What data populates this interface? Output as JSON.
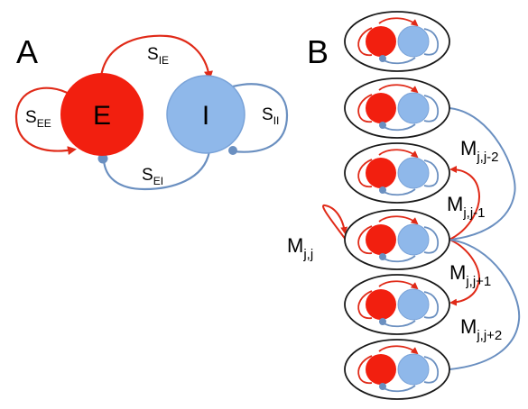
{
  "colors": {
    "excitatory": "#f21f0f",
    "inhibitory": "#8fb8ea",
    "inhibitory_edge": "#6a8fc0",
    "excitatory_edge": "#e02a18",
    "module_outline": "#1a1a1a"
  },
  "panel_a": {
    "letter": "A",
    "nodes": {
      "e_label": "E",
      "i_label": "I"
    },
    "edges": {
      "see": {
        "base": "S",
        "sub": "EE"
      },
      "sie": {
        "base": "S",
        "sub": "IE"
      },
      "sii": {
        "base": "S",
        "sub": "II"
      },
      "sei": {
        "base": "S",
        "sub": "EI"
      }
    }
  },
  "panel_b": {
    "letter": "B",
    "module_count": 6,
    "connections": {
      "self": {
        "base": "M",
        "sub": "j,j"
      },
      "jm2": {
        "base": "M",
        "sub": "j,j-2"
      },
      "jm1": {
        "base": "M",
        "sub": "j,j-1"
      },
      "jp1": {
        "base": "M",
        "sub": "j,j+1"
      },
      "jp2": {
        "base": "M",
        "sub": "j,j+2"
      }
    }
  }
}
